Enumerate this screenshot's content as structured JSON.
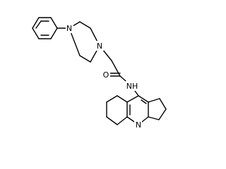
{
  "molecule": {
    "atom_labels": {
      "n_piperazine_upper": "N",
      "n_piperazine_lower": "N",
      "carbonyl_oxygen": "O",
      "amide_nh": "NH",
      "pyridine_n": "N"
    },
    "colors": {
      "bonds": "#000000",
      "labels": "#000000",
      "background": "#ffffff"
    }
  }
}
